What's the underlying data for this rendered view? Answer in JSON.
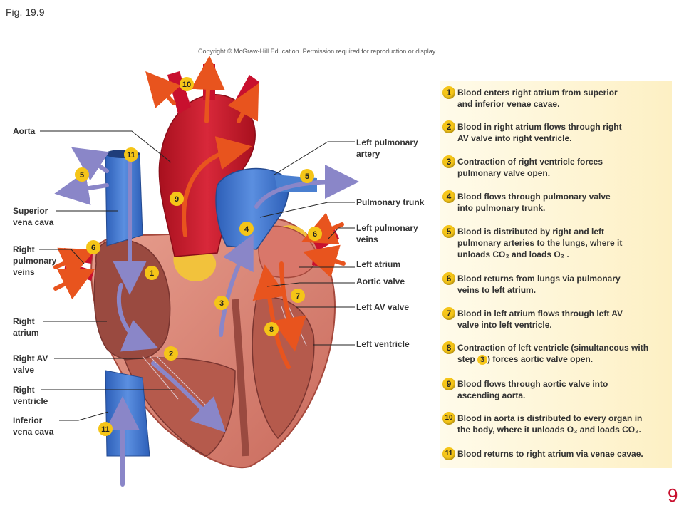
{
  "figure_label": "Fig. 19.9",
  "copyright": "Copyright © McGraw-Hill Education. Permission required for reproduction or display.",
  "page_number": "9",
  "left_labels": {
    "aorta": "Aorta",
    "svc_1": "Superior",
    "svc_2": "vena cava",
    "rpv_1": "Right",
    "rpv_2": "pulmonary",
    "rpv_3": "veins",
    "ra_1": "Right",
    "ra_2": "atrium",
    "rav_1": "Right AV",
    "rav_2": "valve",
    "rv_1": "Right",
    "rv_2": "ventricle",
    "ivc_1": "Inferior",
    "ivc_2": "vena cava"
  },
  "right_labels": {
    "lpa_1": "Left pulmonary",
    "lpa_2": "artery",
    "pt": "Pulmonary trunk",
    "lpv_1": "Left pulmonary",
    "lpv_2": "veins",
    "la": "Left atrium",
    "av": "Aortic valve",
    "lav": "Left AV valve",
    "lv": "Left ventricle"
  },
  "step_markers": [
    "10",
    "11",
    "5",
    "5",
    "9",
    "4",
    "6",
    "6",
    "1",
    "3",
    "7",
    "8",
    "2",
    "11"
  ],
  "steps": [
    {
      "num": "1",
      "line1": "Blood enters right atrium from superior",
      "line2": "and inferior venae cavae."
    },
    {
      "num": "2",
      "line1": "Blood in right atrium flows through right",
      "line2": "AV valve into right ventricle."
    },
    {
      "num": "3",
      "line1": "Contraction of right ventricle forces",
      "line2": "pulmonary valve open."
    },
    {
      "num": "4",
      "line1": "Blood flows through pulmonary valve",
      "line2": "into pulmonary trunk."
    },
    {
      "num": "5",
      "line1": "Blood is distributed by right and left",
      "line2": "pulmonary arteries to the lungs, where it",
      "line3": "unloads CO₂ and loads O₂ ."
    },
    {
      "num": "6",
      "line1": "Blood returns from lungs via pulmonary",
      "line2": "veins to left atrium."
    },
    {
      "num": "7",
      "line1": "Blood in left atrium flows through left AV",
      "line2": "valve into left ventricle."
    },
    {
      "num": "8",
      "line1": "Contraction of left ventricle (simultaneous with",
      "line2a": "step",
      "ref": "3",
      "line2b": ") forces aortic valve open."
    },
    {
      "num": "9",
      "line1": "Blood flows through aortic valve into",
      "line2": "ascending aorta."
    },
    {
      "num": "10",
      "line1": "Blood in aorta is distributed to every organ in",
      "line2": "the body, where it unloads O₂ and loads CO₂."
    },
    {
      "num": "11",
      "line1": "Blood returns to right atrium via venae cavae."
    }
  ],
  "colors": {
    "oxygenated": "#c8102e",
    "deoxygenated": "#3a6fc4",
    "flow_blue_arrow": "#8a86c8",
    "flow_red_arrow": "#e8541e",
    "badge": "#f5c518",
    "panel": "#fdf3cf"
  }
}
